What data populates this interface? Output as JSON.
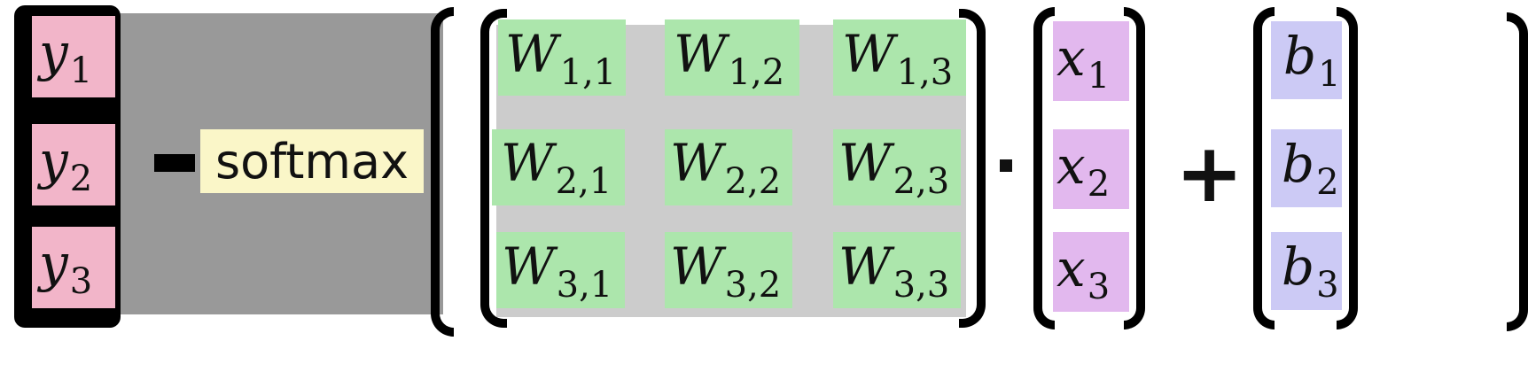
{
  "colors": {
    "y_cell": "#f2b5c9",
    "w_cell": "#ace6ac",
    "x_cell": "#e2b8ee",
    "b_cell": "#cccaf5",
    "softmax_box": "#faf6c8",
    "background_band": "#999999",
    "light_band": "#cccccc",
    "bracket": "#000000"
  },
  "output_vector": {
    "entries": [
      {
        "base": "y",
        "sub": "1"
      },
      {
        "base": "y",
        "sub": "2"
      },
      {
        "base": "y",
        "sub": "3"
      }
    ]
  },
  "equals_symbol": "=",
  "function_label": "softmax",
  "weight_matrix": {
    "entries": [
      {
        "base": "W",
        "sub": "1,1"
      },
      {
        "base": "W",
        "sub": "1,2"
      },
      {
        "base": "W",
        "sub": "1,3"
      },
      {
        "base": "W",
        "sub": "2,1"
      },
      {
        "base": "W",
        "sub": "2,2"
      },
      {
        "base": "W",
        "sub": "2,3"
      },
      {
        "base": "W",
        "sub": "3,1"
      },
      {
        "base": "W",
        "sub": "3,2"
      },
      {
        "base": "W",
        "sub": "3,3"
      }
    ]
  },
  "dot_symbol": "·",
  "input_vector": {
    "entries": [
      {
        "base": "x",
        "sub": "1"
      },
      {
        "base": "x",
        "sub": "2"
      },
      {
        "base": "x",
        "sub": "3"
      }
    ]
  },
  "plus_symbol": "+",
  "bias_vector": {
    "entries": [
      {
        "base": "b",
        "sub": "1"
      },
      {
        "base": "b",
        "sub": "2"
      },
      {
        "base": "b",
        "sub": "3"
      }
    ]
  }
}
